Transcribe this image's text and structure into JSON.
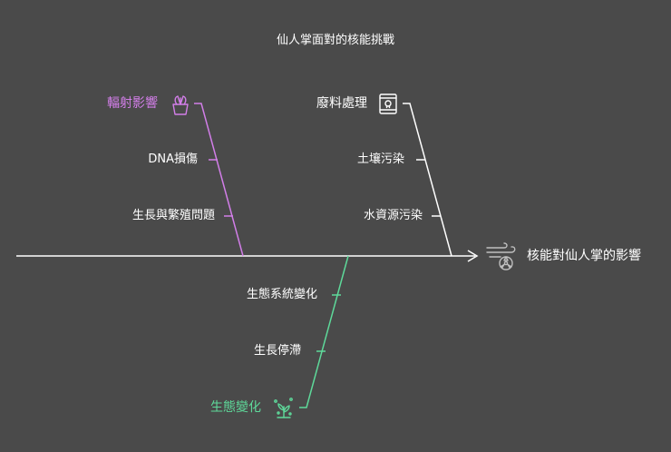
{
  "title": "仙人掌面對的核能挑戰",
  "effect": {
    "label": "核能對仙人掌的影響",
    "icon": "nuclear-wind-icon"
  },
  "categories": [
    {
      "label": "輻射影響",
      "icon": "cactus-pot-icon",
      "color": "#d27ee8",
      "causes": [
        "DNA損傷",
        "生長與繁殖問題"
      ]
    },
    {
      "label": "廢料處理",
      "icon": "toxic-barrel-icon",
      "color": "#ffffff",
      "causes": [
        "土壤污染",
        "水資源污染"
      ]
    },
    {
      "label": "生態變化",
      "icon": "dying-plant-icon",
      "color": "#5ed99a",
      "causes": [
        "生態系統變化",
        "生長停滯"
      ]
    }
  ],
  "colors": {
    "background": "#4a4a4a",
    "spine": "#ffffff"
  }
}
